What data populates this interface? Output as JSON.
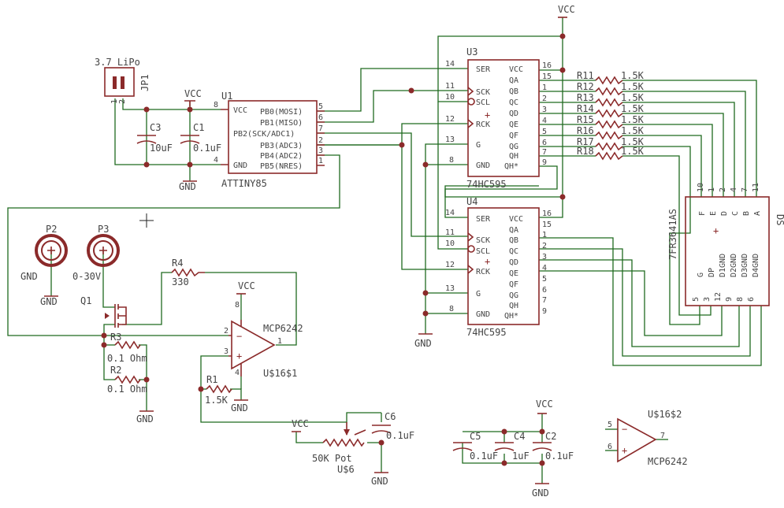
{
  "supply": {
    "vcc": "VCC",
    "gnd": "GND"
  },
  "jp1": {
    "label": "3.7 LiPo",
    "name": "JP1",
    "pins": [
      "1",
      "2"
    ]
  },
  "u1": {
    "name": "U1",
    "part": "ATTINY85",
    "left": [
      {
        "num": "8",
        "label": "VCC"
      },
      {
        "num": "4",
        "label": "GND"
      }
    ],
    "right": [
      {
        "num": "5",
        "label": "PB0(MOSI)"
      },
      {
        "num": "6",
        "label": "PB1(MISO)"
      },
      {
        "num": "7",
        "label": "PB2(SCK/ADC1)"
      },
      {
        "num": "2",
        "label": "PB3(ADC3)"
      },
      {
        "num": "3",
        "label": "PB4(ADC2)"
      },
      {
        "num": "1",
        "label": "PB5(NRES)"
      }
    ]
  },
  "u3": {
    "name": "U3",
    "part": "74HC595",
    "left": [
      {
        "num": "14",
        "label": "SER"
      },
      {
        "num": "11",
        "label": "SCK"
      },
      {
        "num": "10",
        "label": "SCL"
      },
      {
        "num": "12",
        "label": "RCK"
      },
      {
        "num": "13",
        "label": "G"
      },
      {
        "num": "8",
        "label": "GND"
      }
    ],
    "right": [
      {
        "num": "16",
        "label": "VCC"
      },
      {
        "num": "15",
        "label": "QA"
      },
      {
        "num": "1",
        "label": "QB"
      },
      {
        "num": "2",
        "label": "QC"
      },
      {
        "num": "3",
        "label": "QD"
      },
      {
        "num": "4",
        "label": "QE"
      },
      {
        "num": "5",
        "label": "QF"
      },
      {
        "num": "6",
        "label": "QG"
      },
      {
        "num": "7",
        "label": "QH"
      },
      {
        "num": "9",
        "label": "QH*"
      }
    ]
  },
  "u4": {
    "name": "U4",
    "part": "74HC595",
    "left": [
      {
        "num": "14",
        "label": "SER"
      },
      {
        "num": "11",
        "label": "SCK"
      },
      {
        "num": "10",
        "label": "SCL"
      },
      {
        "num": "12",
        "label": "RCK"
      },
      {
        "num": "13",
        "label": "G"
      },
      {
        "num": "8",
        "label": "GND"
      }
    ],
    "right": [
      {
        "num": "16",
        "label": "VCC"
      },
      {
        "num": "15",
        "label": "QA"
      },
      {
        "num": "1",
        "label": "QB"
      },
      {
        "num": "2",
        "label": "QC"
      },
      {
        "num": "3",
        "label": "QD"
      },
      {
        "num": "4",
        "label": "QE"
      },
      {
        "num": "5",
        "label": "QF"
      },
      {
        "num": "6",
        "label": "QG"
      },
      {
        "num": "7",
        "label": "QH"
      },
      {
        "num": "9",
        "label": "QH*"
      }
    ]
  },
  "resistors": [
    {
      "name": "R11",
      "value": "1.5K"
    },
    {
      "name": "R12",
      "value": "1.5K"
    },
    {
      "name": "R13",
      "value": "1.5K"
    },
    {
      "name": "R14",
      "value": "1.5K"
    },
    {
      "name": "R15",
      "value": "1.5K"
    },
    {
      "name": "R16",
      "value": "1.5K"
    },
    {
      "name": "R17",
      "value": "1.5K"
    },
    {
      "name": "R18",
      "value": "1.5K"
    }
  ],
  "display": {
    "name": "7FR3641AS",
    "tag": "DS",
    "top_pins": [
      "10",
      "1",
      "2",
      "4",
      "7",
      "11"
    ],
    "top_labels": [
      "F",
      "E",
      "D",
      "C",
      "B",
      "A"
    ],
    "bot_pins": [
      "5",
      "3",
      "12",
      "9",
      "8",
      "6"
    ],
    "bot_labels": [
      "G",
      "DP",
      "D1GND",
      "D2GND",
      "D3GND",
      "D4GND"
    ]
  },
  "c3": {
    "name": "C3",
    "value": "10uF"
  },
  "c1": {
    "name": "C1",
    "value": "0.1uF"
  },
  "p2": {
    "name": "P2",
    "label": "GND"
  },
  "p3": {
    "name": "P3",
    "label": "0-30V"
  },
  "q1": {
    "name": "Q1"
  },
  "r4": {
    "name": "R4",
    "value": "330"
  },
  "r3": {
    "name": "R3",
    "value": "0.1 Ohm"
  },
  "r2": {
    "name": "R2",
    "value": "0.1 Ohm"
  },
  "r1": {
    "name": "R1",
    "value": "1.5K"
  },
  "opamp1": {
    "name": "U$16$1",
    "part": "MCP6242",
    "pins": [
      "8",
      "2",
      "3",
      "1",
      "4"
    ]
  },
  "opamp2": {
    "name": "U$16$2",
    "part": "MCP6242",
    "pins": [
      "5",
      "6",
      "7"
    ]
  },
  "pot": {
    "value": "50K Pot",
    "name": "U$6"
  },
  "c6": {
    "name": "C6",
    "value": "0.1uF"
  },
  "c5": {
    "name": "C5",
    "value": "0.1uF"
  },
  "c4": {
    "name": "C4",
    "value": "1uF"
  },
  "c2": {
    "name": "C2",
    "value": "0.1uF"
  }
}
